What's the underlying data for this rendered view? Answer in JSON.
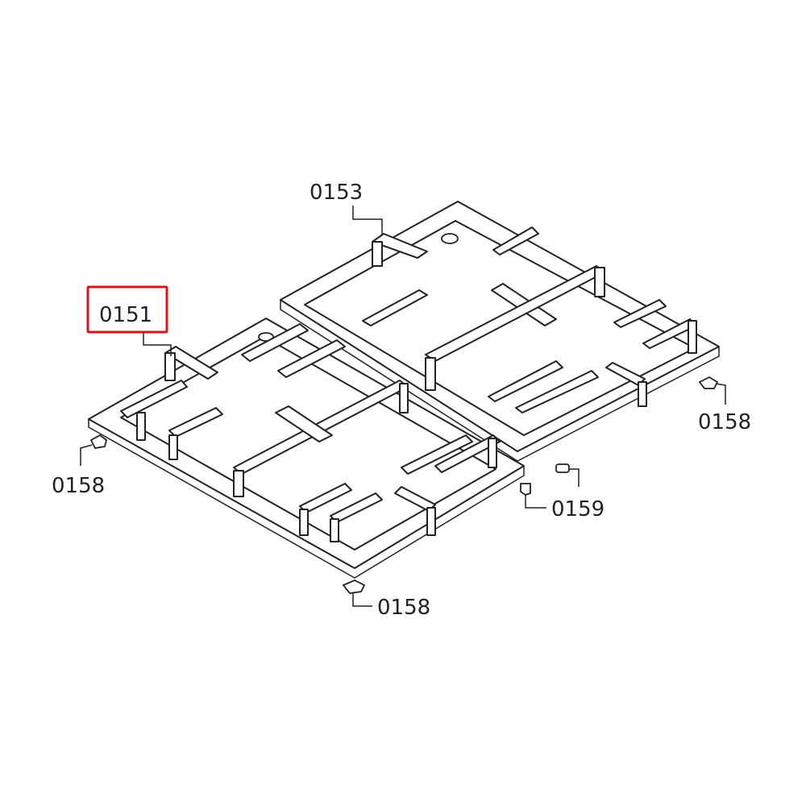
{
  "callouts": {
    "c0151": "0151",
    "c0153": "0153",
    "c0158_left": "0158",
    "c0158_right": "0158",
    "c0158_bottom": "0158",
    "c0159": "0159"
  },
  "highlighted_part": "0151",
  "colors": {
    "line": "#222222",
    "highlight": "#d9141b",
    "background": "#ffffff"
  }
}
